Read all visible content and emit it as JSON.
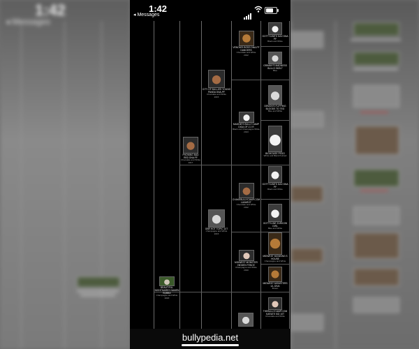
{
  "status": {
    "time": "1:42",
    "back_label": "◂ Messages",
    "location_glyph": "✈",
    "signal_bars": 4,
    "battery_level": 0.8
  },
  "browser": {
    "url": "bullypedia.net"
  },
  "pedigree": {
    "gen1": {
      "name": "BEAUTIFUL NIGHTMARES NAMEN BUBBA",
      "color": "Champagne and White",
      "year": "2020"
    },
    "gen2": {
      "name": "PHONING BAD RED DNA PF",
      "color": "Chocolate and White",
      "year": "2017"
    },
    "gen3": [
      {
        "tag": "",
        "name": "CITY OF BULLIES YOUNG PANDA DNA-PF",
        "color": "Chocolate and White",
        "year": "2015"
      },
      {
        "tag": "",
        "name": "GBR HOT TOPIC 10T",
        "color": "Champagne and White",
        "year": "2015"
      }
    ],
    "gen4": [
      {
        "tag": "",
        "name": "VENOM'S BOSS DNA-PF DANGERS",
        "color": "Chocolate and White",
        "year": "2012"
      },
      {
        "tag": "",
        "name": "MADDIE'S BULLY CAMP DIGA OF Z 2 R",
        "color": "Black and Champagne White",
        "year": "2013"
      },
      {
        "tag": "",
        "name": "CHAKEBULLYCAMP.COM LAVAROT",
        "color": "Chocolate and White",
        "year": "2012"
      },
      {
        "tag": "",
        "name": "MIDWEST MONSTER HIDDEN FENCE",
        "color": "Champagne and White",
        "year": "2010"
      }
    ],
    "gen5": [
      {
        "tag": "",
        "name": "GOTTYLINE'S DAX DNA PF",
        "color": "Black and White",
        "year": "2009"
      },
      {
        "tag": "",
        "name": "GRIMMY'S MADNESS BULLS SKELT",
        "color": "Blue",
        "year": "2010"
      },
      {
        "tag": "",
        "name": "DEMON'S FLIPPING BLOODS TO TEG",
        "color": "Blue and White",
        "year": "2012"
      },
      {
        "tag": "",
        "name": "BIGHOUSE PEDO",
        "color": "White and Black Pointed",
        "year": "2011"
      },
      {
        "tag": "",
        "name": "GOTTYLINE'S DAX DNA PF",
        "color": "Black and White",
        "year": "2009"
      },
      {
        "tag": "",
        "name": "GOTTYLINE ZURKOW GIRL",
        "color": "Blue and White",
        "year": "2009"
      },
      {
        "tag": "",
        "name": "MIDWEST MONKING S HOUSE",
        "color": "Champagne and White",
        "year": "2008"
      },
      {
        "tag": "",
        "name": "MIDWEST MONSTERS LIL DIVA",
        "color": "Brown",
        "year": "2008"
      },
      {
        "tag": "",
        "name": "THEBULLYCAMP.COM KARATE KID 10T",
        "color": "Chocolate and White",
        "year": "2012"
      }
    ]
  },
  "colors": {
    "background": "#000000",
    "grid_line": "#6a6a6a",
    "accent_red": "#e03030",
    "text": "#e6e6e6"
  },
  "background_blur": {
    "left_time": "1:42",
    "left_back": "◂ Messages"
  }
}
